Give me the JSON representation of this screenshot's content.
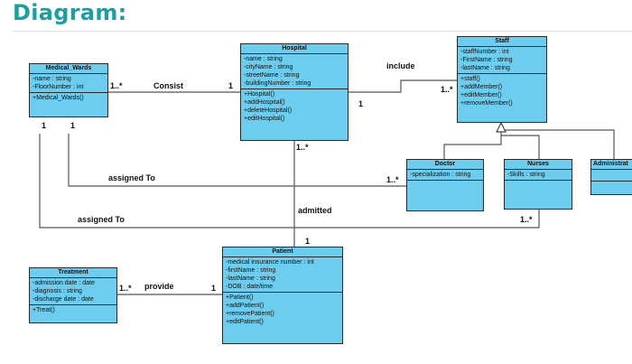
{
  "heading": "Diagram:",
  "classes": {
    "hospital": {
      "name": "Hospital",
      "attributes": [
        "-name   : string",
        "-cityName   : string",
        "-streetName : string",
        "-buildingNumber : string"
      ],
      "methods": [
        "+Hospital()",
        "+addHospital()",
        "+deleteHospital()",
        "+editHospital()"
      ]
    },
    "staff": {
      "name": "Staff",
      "attributes": [
        "-staffNumber : int",
        "-FirstName : string",
        "-lastName   : string"
      ],
      "methods": [
        "+staff()",
        "+addMember()",
        "+editMember()",
        "+removeMember()"
      ]
    },
    "medical_wards": {
      "name": "Medical_Wards",
      "attributes": [
        "-name  : string",
        "-FloorNumber  : int"
      ],
      "methods": [
        "+Medical_Wards()"
      ]
    },
    "doctor": {
      "name": "Doctor",
      "attributes": [
        "-specialization : string"
      ],
      "methods": []
    },
    "nurses": {
      "name": "Nurses",
      "attributes": [
        "-Skills  : string"
      ],
      "methods": []
    },
    "administrator": {
      "name": "Administrat",
      "attributes": [],
      "methods": []
    },
    "patient": {
      "name": "Patient",
      "attributes": [
        "-medical insurance number   : int",
        "-firstName     : string",
        "-lastName      : string",
        "-DOB             : date/time"
      ],
      "methods": [
        "+Patient()",
        "+addPatient()",
        "+removePatient()",
        "+editPatient()"
      ]
    },
    "treatment": {
      "name": "Treatment",
      "attributes": [
        "-admission date : date",
        "-diagnosis           : string",
        "-discharge date : date"
      ],
      "methods": [
        "+Treat()"
      ]
    }
  },
  "labels": {
    "consist": "Consist",
    "include": "include",
    "assigned_to_doctor": "assigned To",
    "assigned_to_nurses": "assigned To",
    "admitted": "admitted",
    "provide": "provide"
  },
  "multiplicities": {
    "wards_consist": "1..*",
    "hospital_consist": "1",
    "hospital_include": "1",
    "staff_include": "1..*",
    "wards_left": "1",
    "wards_right": "1",
    "doctor_assigned": "1..*",
    "nurses_assigned": "1..*",
    "hospital_admitted": "1..*",
    "patient_admitted": "1",
    "treatment_provide": "1..*",
    "patient_provide": "1"
  }
}
